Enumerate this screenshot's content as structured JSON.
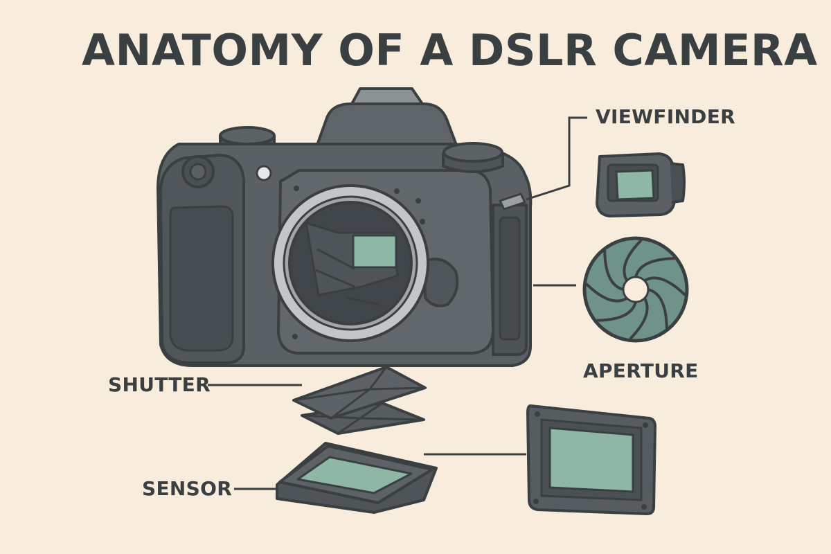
{
  "title": "ANATOMY OF A DSLR CAMERA",
  "labels": {
    "viewfinder": "VIEWFINDER",
    "aperture": "APERTURE",
    "shutter": "SHUTTER",
    "sensor": "SENSOR"
  },
  "colors": {
    "background": "#f8ecdd",
    "body": "#5a6064",
    "outline": "#3a3f42",
    "screen": "#8fb7a6",
    "aperture_blades": "#6f9289"
  }
}
